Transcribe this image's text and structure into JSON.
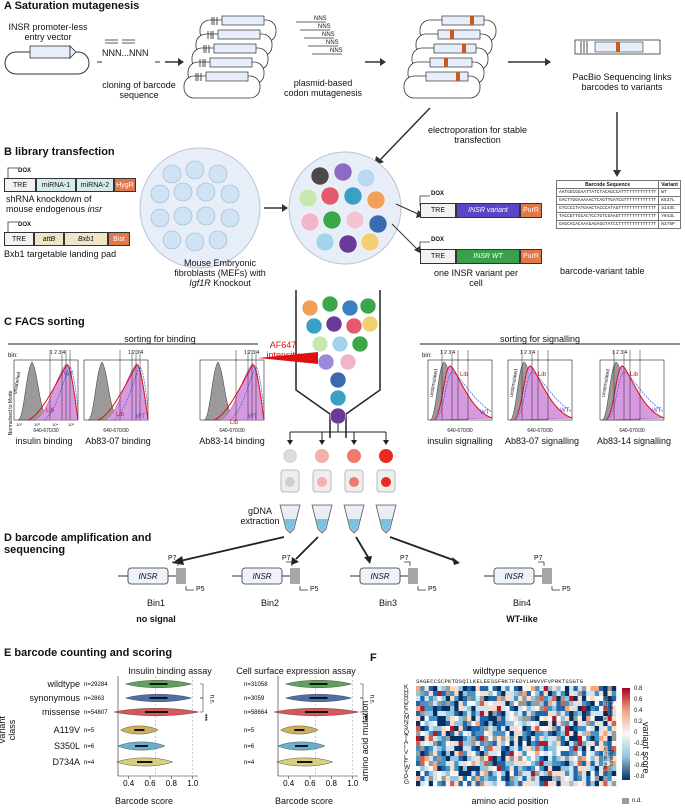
{
  "panel_a": {
    "title": "A Saturation mutagenesis",
    "vector_label": "INSR promoter-less entry vector",
    "barcode_seq": "NNN...NNN",
    "cloning_label": "cloning of barcode sequence",
    "nns": "NNS",
    "codon_label": "plasmid-based codon mutagenesis",
    "pacbio_label": "PacBio Sequencing links barcodes to variants",
    "electro_label": "electroporation for stable transfection"
  },
  "panel_b": {
    "title": "B library transfection",
    "dox": "DOX",
    "tre": "TRE",
    "mirna1": "miRNA-1",
    "mirna2": "miRNA-2",
    "hygr": "HygR",
    "shrna_label_1": "shRNA knockdown of",
    "shrna_label_2": "mouse endogenous",
    "shrna_label_gene": "insr",
    "attb": "attB",
    "bxb1": "Bxb1",
    "bist": "Bist",
    "landing_label": "Bxb1 targetable landing pad",
    "mef_label_1": "Mouse Embryonic",
    "mef_label_2": "fibroblasts (MEFs) with",
    "mef_label_gene": "Igf1R",
    "mef_label_3": "Knockout",
    "variant_label": "INSR variant",
    "wt_label": "INSR WT",
    "purr": "PurR",
    "one_variant": "one INSR variant per cell",
    "table_label": "barcode-variant table",
    "table_headers": [
      "Barcode Sequence",
      "Variant"
    ],
    "table_rows": [
      [
        "AATGGCGGAATTATCTACAGCCATTTTTTTTTTTTT",
        "WT"
      ],
      [
        "GACTTGGAAAAACTCAGTTGATCGTTTTTTTTTTTT",
        "K537L"
      ],
      [
        "GTCCCCTATGAACTACCCATAGTTTTTTTTTTTTTT",
        "S143C"
      ],
      [
        "TACCGTTGCACTCCTGTCGAAGTTTTTTTTTTTTTT",
        "Y943L"
      ],
      [
        "GAGCACACAAAGAGAGGTATCCTTTTTTTTTTTTTT",
        "N375P"
      ]
    ]
  },
  "panel_c": {
    "title": "C FACS sorting",
    "binding_label": "sorting for binding",
    "signalling_label": "sorting for signalling",
    "af647": "AF647 intensity",
    "bin": "bin:",
    "ylabel": "Normalised to Mode",
    "xlabel": "640-670/30",
    "unlabelled": "unlabelled",
    "unstimulated": "unstimulated",
    "lib": "Lib",
    "wt": "WT",
    "histograms": [
      {
        "label": "insulin binding",
        "bins": "1 2 3 4",
        "bg": "unlabelled"
      },
      {
        "label": "Ab83-07 binding",
        "bins": "1 2 3 4",
        "bg": ""
      },
      {
        "label": "Ab83-14 binding",
        "bins": "1 2 3 4",
        "bg": ""
      },
      {
        "label": "insulin signalling",
        "bins": "1 2 3 4",
        "bg": "unstimulated"
      },
      {
        "label": "Ab83-07 signalling",
        "bins": "1 2 3 4",
        "bg": "unstimulated"
      },
      {
        "label": "Ab83-14 signalling",
        "bins": "1 2 3 4",
        "bg": "unstimulated"
      }
    ],
    "tick_labels": [
      "10²",
      "10³",
      "10⁴",
      "10⁵"
    ],
    "gdna": "gDNA extraction"
  },
  "panel_d": {
    "title_1": "D barcode amplification and",
    "title_2": "sequencing",
    "insr": "INSR",
    "p7": "P7",
    "p5": "P5",
    "bins": [
      "Bin1",
      "Bin2",
      "Bin3",
      "Bin4"
    ],
    "no_signal": "no signal",
    "wt_like": "WT-like"
  },
  "panel_e": {
    "title": "E barcode counting and scoring",
    "assay1": "Insulin binding assay",
    "assay2": "Cell surface expression assay",
    "ylabel": "Variant class",
    "xlabel": "Barcode score",
    "classes": [
      "wildtype",
      "synonymous",
      "missense",
      "A119V",
      "S350L",
      "D734A"
    ],
    "n1": [
      "n=29284",
      "n=2863",
      "n=54807",
      "n=5",
      "n=6",
      "n=4"
    ],
    "n2": [
      "n=31058",
      "n=3059",
      "n=58664",
      "n=5",
      "n=6",
      "n=4"
    ],
    "xticks": [
      "0.4",
      "0.6",
      "0.8",
      "1.0"
    ],
    "sig": "***",
    "ns": "n.s.",
    "colors": [
      "#5fa35a",
      "#4f6faa",
      "#d9575a",
      "#d1b05a",
      "#6ab0cc",
      "#d8cf7d"
    ]
  },
  "panel_f": {
    "title": "F",
    "wt_label": "wildtype sequence",
    "wt_seq": "SAGECCSCPKTDSQILKELEESSFRKTFEDYLHNVVFVPRKTSSGTG",
    "rows": [
      "K",
      "H",
      "R",
      "D",
      "E",
      "C",
      "M",
      "N",
      "S",
      "Q",
      "T",
      "A",
      "I",
      "V",
      "L",
      "F",
      "W",
      "Y",
      "P",
      "G"
    ],
    "ylabel": "amino acid mutation",
    "xlabel": "amino acid position",
    "cbar_ticks": [
      "0.8",
      "0.6",
      "0.4",
      "0.2",
      "0",
      "-0.2",
      "-0.4",
      "-0.6",
      "-0.8"
    ],
    "cbar_label": "variant score",
    "high": "high insulin binding",
    "low": "low insulin binding",
    "nd": "n.d."
  }
}
